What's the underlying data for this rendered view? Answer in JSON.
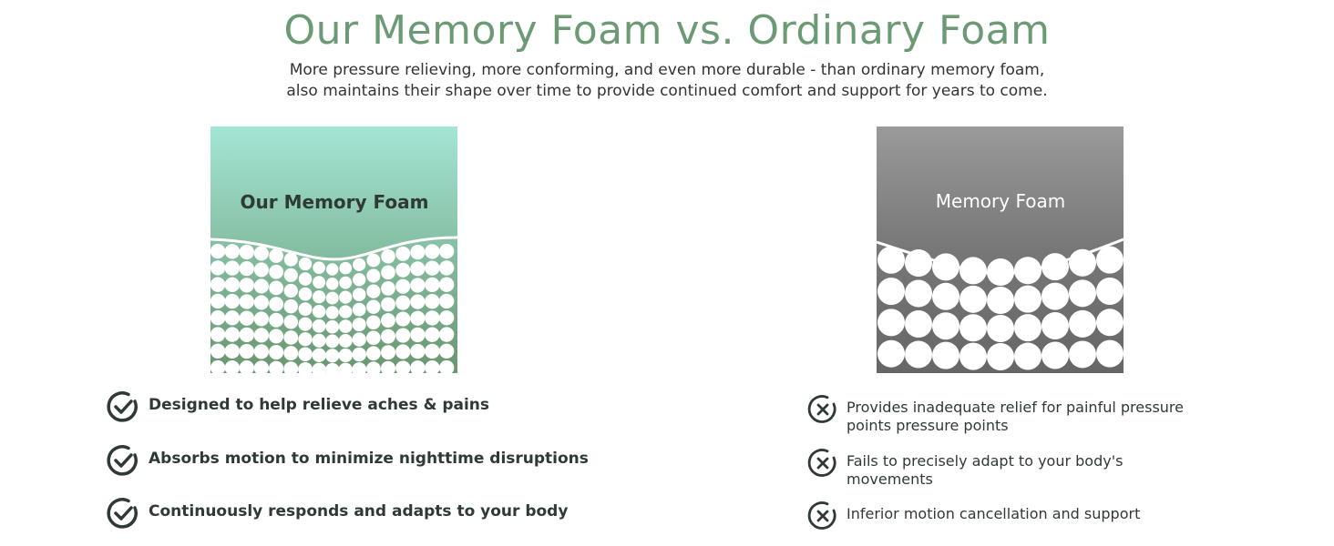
{
  "header": {
    "title": "Our Memory Foam vs. Ordinary Foam",
    "subtitle_line1": "More pressure relieving, more conforming,  and even more durable - than ordinary memory foam,",
    "subtitle_line2": "also maintains their shape over time to provide continued comfort and support for years to come."
  },
  "left": {
    "image_label": "Our Memory Foam",
    "colors": {
      "top": "#a3e6d5",
      "bottom": "#68966e"
    },
    "icon": "check-circle-icon",
    "items": [
      "Designed to help relieve aches & pains",
      "Absorbs motion to minimize nighttime disruptions",
      "Continuously responds and adapts to your body"
    ]
  },
  "right": {
    "image_label": "Memory Foam",
    "colors": {
      "top": "#9a9a9a",
      "bottom": "#666666"
    },
    "icon": "x-circle-icon",
    "items": [
      "Provides inadequate relief for painful pressure points pressure points",
      "Fails to precisely adapt to your body's movements",
      "Inferior motion cancellation and support"
    ]
  }
}
